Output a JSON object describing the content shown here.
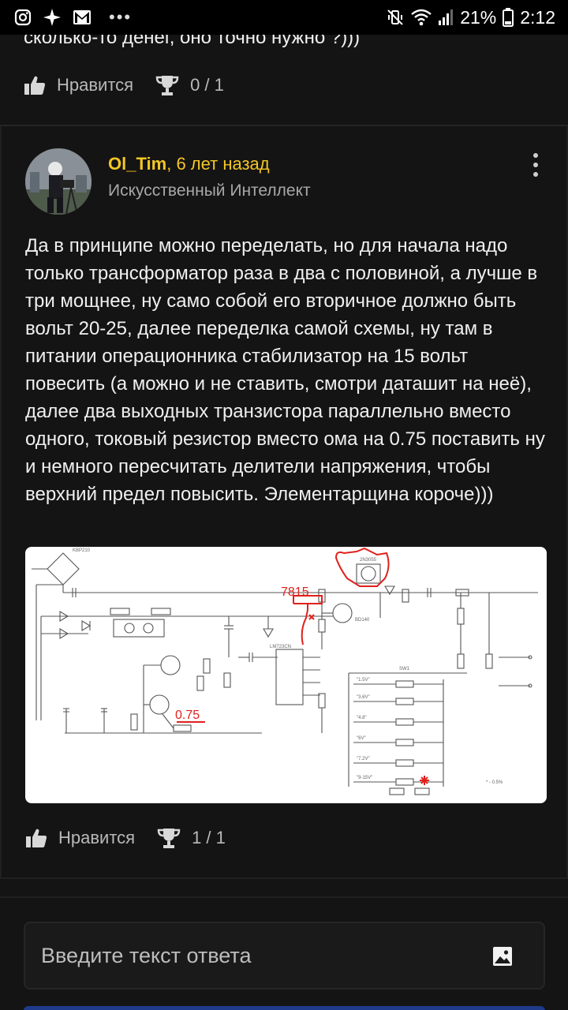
{
  "status_bar": {
    "battery": "21%",
    "time": "2:12",
    "overflow": "•••"
  },
  "previous_comment": {
    "text_tail": "сколько-то денег, оно точно нужно ?)))",
    "like_label": "Нравится",
    "reward_count": "0 / 1"
  },
  "comment": {
    "author": "Ol_Tim",
    "separator": ",",
    "time_ago": "6 лет назад",
    "rank": "Искусственный Интеллект",
    "text": "Да в принципе можно переделать, но для начала надо только трансформатор раза в два с половиной, а лучше в три мощнее, ну само собой его вторичное должно быть вольт 20-25, далее переделка самой схемы, ну там в питании операционника стабилизатор на 15 вольт повесить (а можно и не ставить, смотри даташит на неё), далее два выходных транзистора параллельно вместо одного, токовый резистор вместо ома на 0.75 поставить ну и немного пересчитать делители напряжения, чтобы верхний предел повысить. Элементарщина короче)))",
    "like_label": "Нравится",
    "reward_count": "1 / 1",
    "schematic": {
      "annotation_7815": "7815",
      "annotation_075": "0.75",
      "label_bridge": "KBP210",
      "label_lm": "LM723CN",
      "label_q3": "BD140",
      "label_q4": "2N3055",
      "label_precision": "* - 0.5%",
      "label_switch": "SW1",
      "range_labels": [
        "\"1.5V\"",
        "\"3.6V\"",
        "\"4.8\"",
        "\"6V\"",
        "\"7.2V\"",
        "\"9-15V\""
      ]
    }
  },
  "reply": {
    "placeholder": "Введите текст ответа"
  },
  "colors": {
    "author": "#f3c623",
    "background": "#141414",
    "schematic_annotation": "#e0201c"
  }
}
